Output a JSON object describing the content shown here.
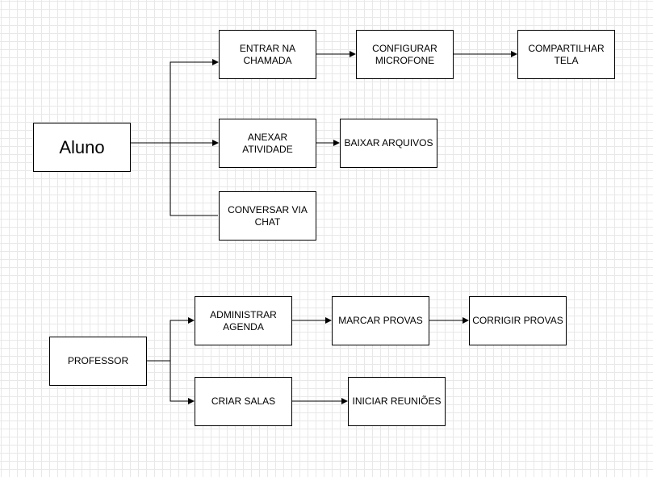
{
  "colors": {
    "stroke": "#000000",
    "fill": "#ffffff",
    "grid": "#e8e8e8"
  },
  "nodes": {
    "aluno": "Aluno",
    "entrar_chamada": "ENTRAR NA\nCHAMADA",
    "configurar_microfone": "CONFIGURAR\nMICROFONE",
    "compartilhar_tela": "COMPARTILHAR\nTELA",
    "anexar_atividade": "ANEXAR\nATIVIDADE",
    "baixar_arquivos": "BAIXAR ARQUIVOS",
    "conversar_chat": "CONVERSAR VIA\nCHAT",
    "professor": "PROFESSOR",
    "administrar_agenda": "ADMINISTRAR\nAGENDA",
    "marcar_provas": "MARCAR PROVAS",
    "corrigir_provas": "CORRIGIR PROVAS",
    "criar_salas": "CRIAR SALAS",
    "iniciar_reunioes": "INICIAR REUNIÕES"
  }
}
